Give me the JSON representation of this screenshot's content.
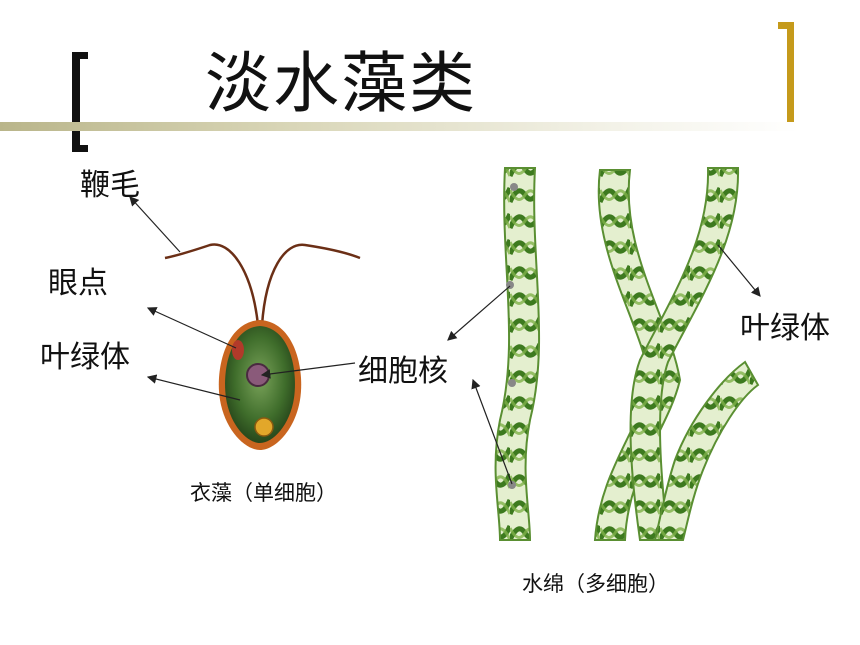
{
  "title": "淡水藻类",
  "labels": {
    "flagellum": "鞭毛",
    "eyespot": "眼点",
    "chloroplast_left": "叶绿体",
    "nucleus": "细胞核",
    "chloroplast_right": "叶绿体"
  },
  "captions": {
    "chlamydomonas": "衣藻（单细胞）",
    "spirogyra": "水绵（多细胞）"
  },
  "colors": {
    "bracket_left": "#111111",
    "bracket_right": "#c59a1b",
    "cell_green": "#3f6d2b",
    "cell_wall": "#c9651f",
    "filament_green": "#4f8a2a"
  }
}
